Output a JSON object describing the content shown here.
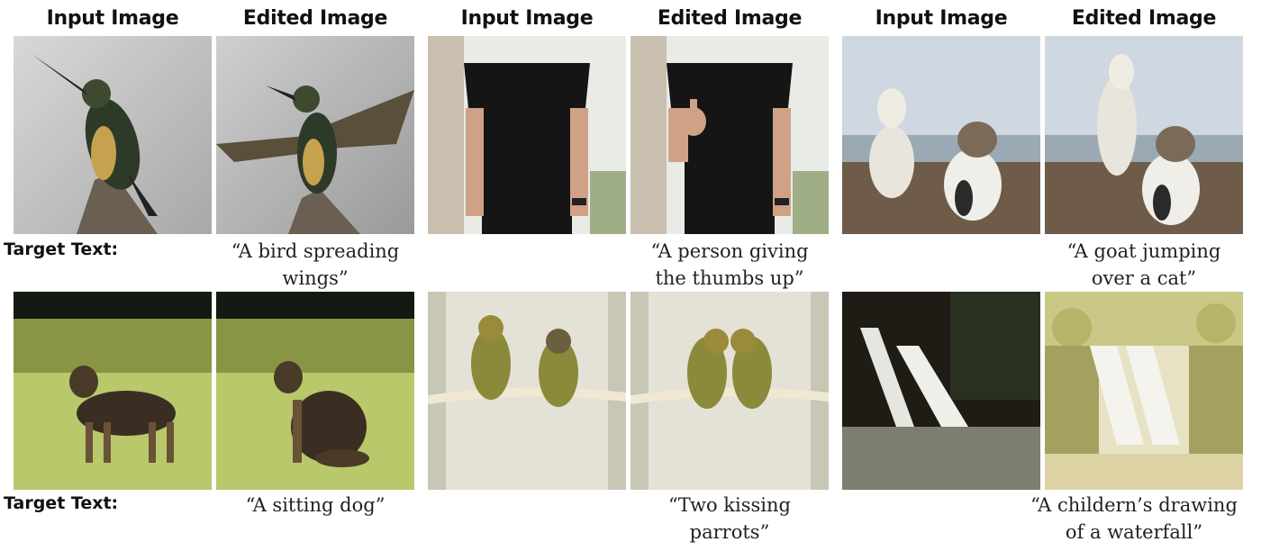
{
  "headers": {
    "col1": "Input Image",
    "col2": "Edited Image",
    "col3": "Input Image",
    "col4": "Edited Image",
    "col5": "Input Image",
    "col6": "Edited Image"
  },
  "row_labels": {
    "row1": "Target Text:",
    "row2": "Target Text:"
  },
  "captions": {
    "bird": [
      "“A bird spreading",
      "wings”"
    ],
    "person": [
      "“A person giving",
      "the thumbs up”"
    ],
    "goat": [
      "“A goat jumping",
      "over a cat”"
    ],
    "dog": [
      "“A sitting dog”"
    ],
    "parrots": [
      "“Two kissing",
      "parrots”"
    ],
    "waterfall": [
      "“A childern’s drawing",
      "of a waterfall”"
    ]
  },
  "images": [
    {
      "name": "kingfisher-input-image",
      "subject": "kingfisher perched on a branch"
    },
    {
      "name": "kingfisher-edited-image",
      "subject": "kingfisher spreading its wings"
    },
    {
      "name": "person-input-image",
      "subject": "person in black t-shirt"
    },
    {
      "name": "person-edited-image",
      "subject": "person giving a thumbs up"
    },
    {
      "name": "goat-cat-input-image",
      "subject": "goat standing beside a cat by the sea"
    },
    {
      "name": "goat-cat-edited-image",
      "subject": "goat jumping over a cat"
    },
    {
      "name": "dog-input-image",
      "subject": "german shepherd standing on grass"
    },
    {
      "name": "dog-edited-image",
      "subject": "german shepherd sitting on grass"
    },
    {
      "name": "parrots-input-image",
      "subject": "two parrots on a rope"
    },
    {
      "name": "parrots-edited-image",
      "subject": "two parrots kissing on a rope"
    },
    {
      "name": "waterfall-input-image",
      "subject": "waterfall photograph"
    },
    {
      "name": "waterfall-edited-image",
      "subject": "children's drawing of a waterfall"
    }
  ]
}
